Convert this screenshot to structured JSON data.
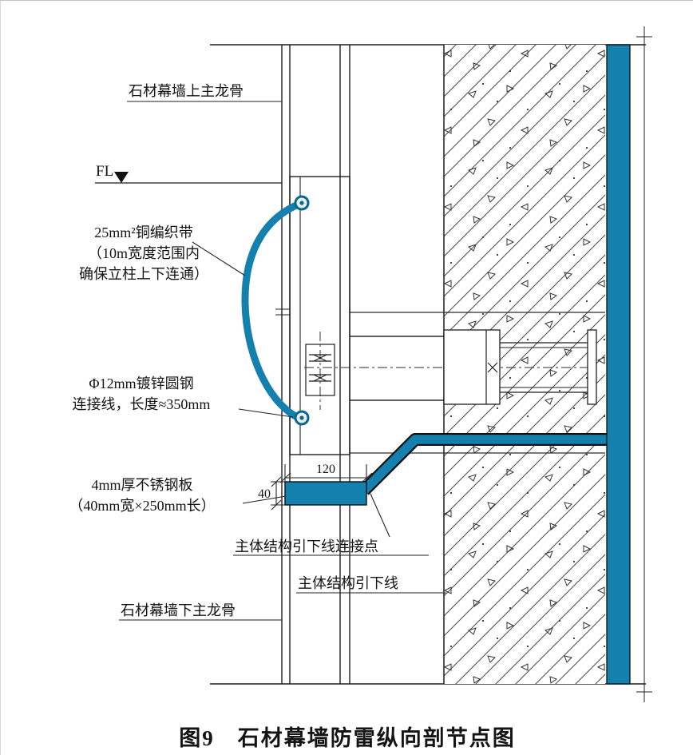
{
  "figure": {
    "title": "图9　石材幕墙防雷纵向剖节点图"
  },
  "labels": {
    "upper_main_keel": "石材幕墙上主龙骨",
    "floor_level": "FL",
    "copper_braid_line1": "25mm²铜编织带",
    "copper_braid_line2": "（10m宽度范围内",
    "copper_braid_line3": "确保立柱上下连通）",
    "steel_rod_line1": "Φ12mm镀锌圆钢",
    "steel_rod_line2": "连接线，长度≈350mm",
    "steel_plate_line1": "4mm厚不锈钢板",
    "steel_plate_line2": "（40mm宽×250mm长）",
    "connection_point": "主体结构引下线连接点",
    "down_conductor": "主体结构引下线",
    "lower_main_keel": "石材幕墙下主龙骨"
  },
  "dimensions": {
    "plate_width": "120",
    "plate_height": "40"
  },
  "colors": {
    "conductor_teal": "#1480ad",
    "line_black": "#1f1f1f",
    "background": "#ffffff"
  }
}
